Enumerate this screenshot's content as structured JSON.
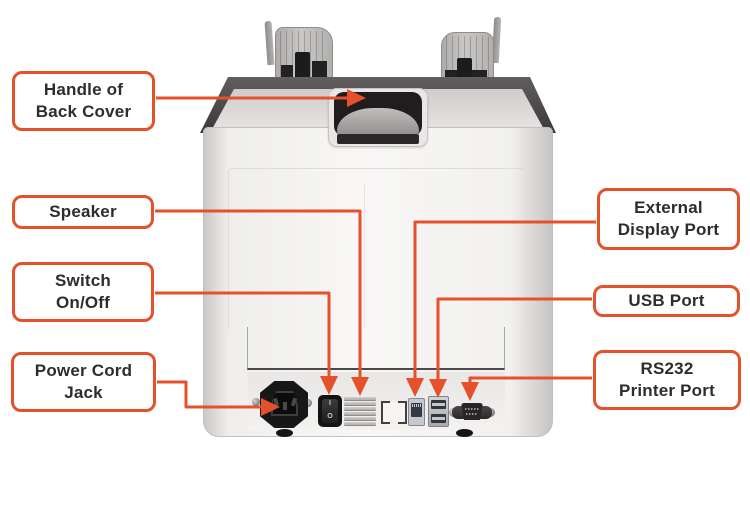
{
  "colors": {
    "accent": "#e4512a",
    "label_text": "#2d2d2d",
    "label_background": "#ffffff",
    "machine_dark_trim": "#4b494a",
    "machine_body": "#f7f6f5"
  },
  "callouts": {
    "handle": {
      "label": "Handle of\nBack Cover"
    },
    "speaker": {
      "label": "Speaker"
    },
    "switch": {
      "label": "Switch\nOn/Off"
    },
    "power": {
      "label": "Power Cord\nJack"
    },
    "display": {
      "label": "External\nDisplay Port"
    },
    "usb": {
      "label": "USB Port"
    },
    "rs232": {
      "label": "RS232\nPrinter Port"
    }
  },
  "machine": {
    "description": "rear view of currency counting machine",
    "switch_marks": {
      "on": "I",
      "off": "O"
    }
  }
}
